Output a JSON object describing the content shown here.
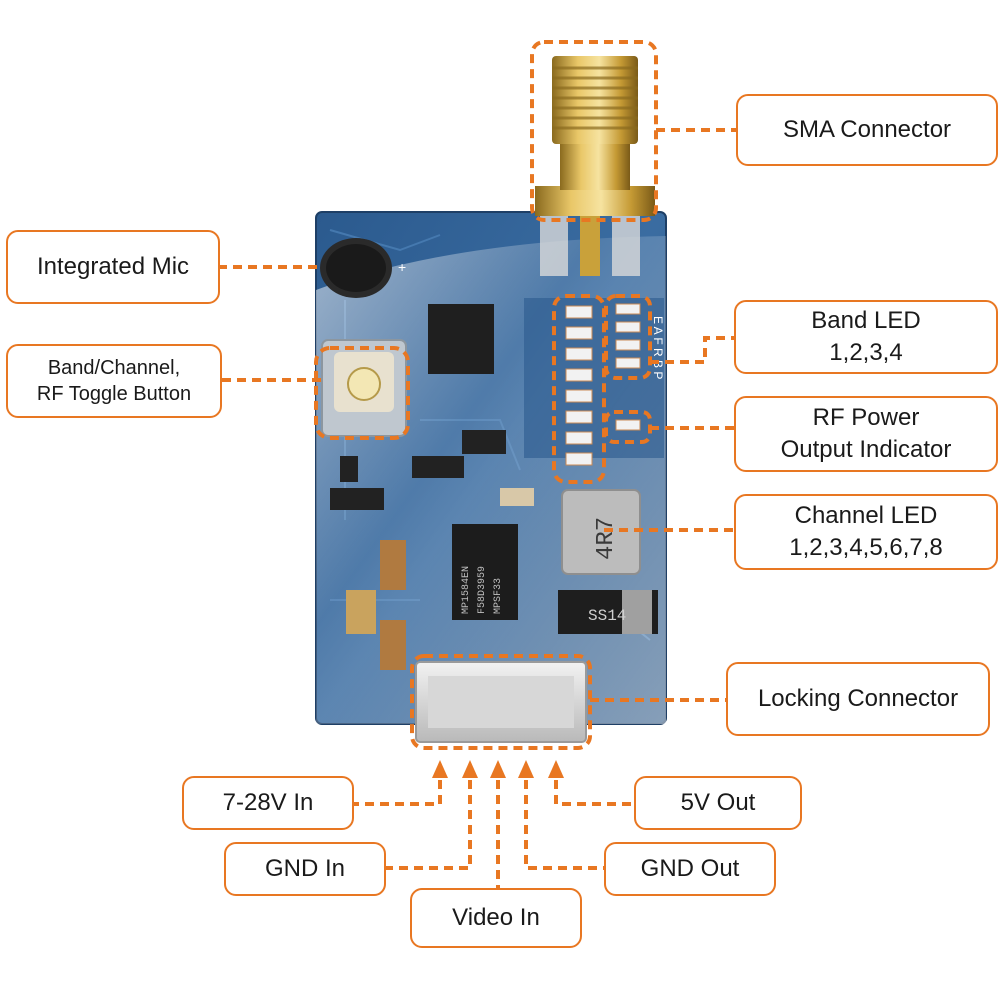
{
  "colors": {
    "accent": "#e87722",
    "board": "#2e5a8a",
    "connector_gold": "#c9a13a",
    "text": "#1a1a1a"
  },
  "labels": {
    "sma_connector": "SMA Connector",
    "integrated_mic": "Integrated Mic",
    "band_channel_button": "Band/Channel,\nRF Toggle Button",
    "band_led": "Band LED\n1,2,3,4",
    "rf_power": "RF Power\nOutput Indicator",
    "channel_led": "Channel LED\n1,2,3,4,5,6,7,8",
    "locking_connector": "Locking Connector",
    "pin_7_28v_in": "7-28V In",
    "pin_gnd_in": "GND In",
    "pin_video_in": "Video In",
    "pin_5v_out": "5V Out",
    "pin_gnd_out": "GND Out"
  },
  "board_markings": {
    "chip_text": "MP1584EN\nF58D3959\nMPSF33",
    "inductor_text": "4R7",
    "diode_text": "SS14",
    "band_letters": "E A F R B P"
  },
  "icons": [
    "microphone-icon",
    "push-button-icon",
    "sma-connector-icon",
    "led-icon"
  ]
}
